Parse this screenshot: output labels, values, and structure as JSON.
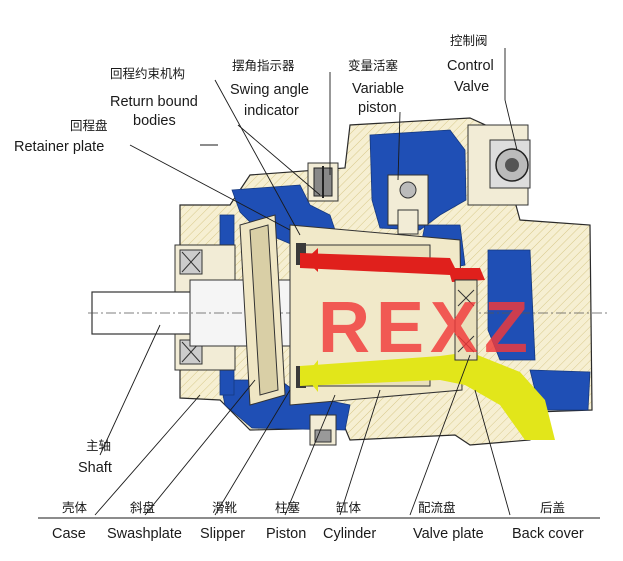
{
  "watermark": "REXZ",
  "labels": {
    "return_bound": {
      "cn": "回程约束机构",
      "en1": "Return bound",
      "en2": "bodies"
    },
    "swing_angle": {
      "cn": "摆角指示器",
      "en1": "Swing angle",
      "en2": "indicator"
    },
    "variable_piston": {
      "cn": "变量活塞",
      "en1": "Variable",
      "en2": "piston"
    },
    "control_valve": {
      "cn": "控制阀",
      "en1": "Control",
      "en2": "Valve"
    },
    "retainer_plate": {
      "cn": "回程盘",
      "en": "Retainer plate"
    },
    "shaft": {
      "cn": "主轴",
      "en": "Shaft"
    },
    "case": {
      "cn": "壳体",
      "en": "Case"
    },
    "swashplate": {
      "cn": "斜盘",
      "en": "Swashplate"
    },
    "slipper": {
      "cn": "滑靴",
      "en": "Slipper"
    },
    "piston": {
      "cn": "柱塞",
      "en": "Piston"
    },
    "cylinder": {
      "cn": "缸体",
      "en": "Cylinder"
    },
    "valve_plate": {
      "cn": "配流盘",
      "en": "Valve plate"
    },
    "back_cover": {
      "cn": "后盖",
      "en": "Back cover"
    }
  },
  "colors": {
    "hydraulic_blue": "#1f4fb5",
    "pressure_red": "#e0201c",
    "suction_yellow": "#e2e61a",
    "case_tan": "#f6efd2",
    "watermark_red": "#f23a3a"
  }
}
